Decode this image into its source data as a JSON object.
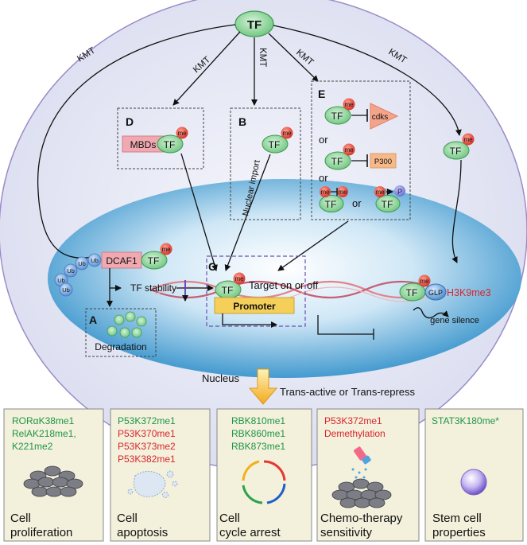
{
  "top_tf": "TF",
  "kmt_labels": [
    "KMT",
    "KMT",
    "KMT",
    "KMT",
    "KMT"
  ],
  "section_letters": {
    "a": "A",
    "b": "B",
    "c": "C",
    "d": "D",
    "e": "E"
  },
  "molecules": {
    "tf": "TF",
    "me": "me",
    "mbds": "MBDs",
    "cdks": "cdks",
    "p300": "P300",
    "p": "P",
    "or": "or",
    "ub": "Ub",
    "dcaf1": "DCAF1",
    "glp": "GLP",
    "h3k9me3": "H3K9me3"
  },
  "labels": {
    "nuclear_import": "Nuclear import",
    "tf_stability": "TF stability",
    "target": "Target on or off",
    "promoter": "Promoter",
    "degradation": "Degradation",
    "gene_silence": "gene silence",
    "nucleus": "Nucleus",
    "trans": "Trans-active or Trans-repress"
  },
  "panels": [
    {
      "lines": [
        "RORαK38me1",
        "RelAK218me1,",
        "K221me2"
      ],
      "colors": [
        "#1e9646",
        "#1e9646",
        "#1e9646"
      ],
      "caption": [
        "Cell",
        "proliferation"
      ]
    },
    {
      "lines": [
        "P53K372me1",
        "P53K370me1",
        "P53K373me2",
        "P53K382me1"
      ],
      "colors": [
        "#1e9646",
        "#d8262d",
        "#d8262d",
        "#d8262d"
      ],
      "caption": [
        "Cell",
        "apoptosis"
      ]
    },
    {
      "lines": [
        "RBK810me1",
        "RBK860me1",
        "RBK873me1"
      ],
      "colors": [
        "#1e9646",
        "#1e9646",
        "#1e9646"
      ],
      "caption": [
        "Cell",
        "cycle arrest"
      ]
    },
    {
      "lines": [
        "P53K372me1",
        "Demethylation"
      ],
      "colors": [
        "#d8262d",
        "#d8262d"
      ],
      "caption": [
        "Chemo-therapy",
        "sensitivity"
      ]
    },
    {
      "lines": [
        "STAT3K180me*"
      ],
      "colors": [
        "#1e9646"
      ],
      "caption": [
        "Stem cell",
        "properties"
      ]
    }
  ],
  "colors": {
    "tf_green": "#8fd89a",
    "me_red": "#e8564a",
    "nucleus_blue": "#2a8cc8",
    "panel_bg": "#f3f0dc",
    "promoter": "#f4cf5a",
    "green_text": "#1e9646",
    "red_text": "#d8262d"
  }
}
